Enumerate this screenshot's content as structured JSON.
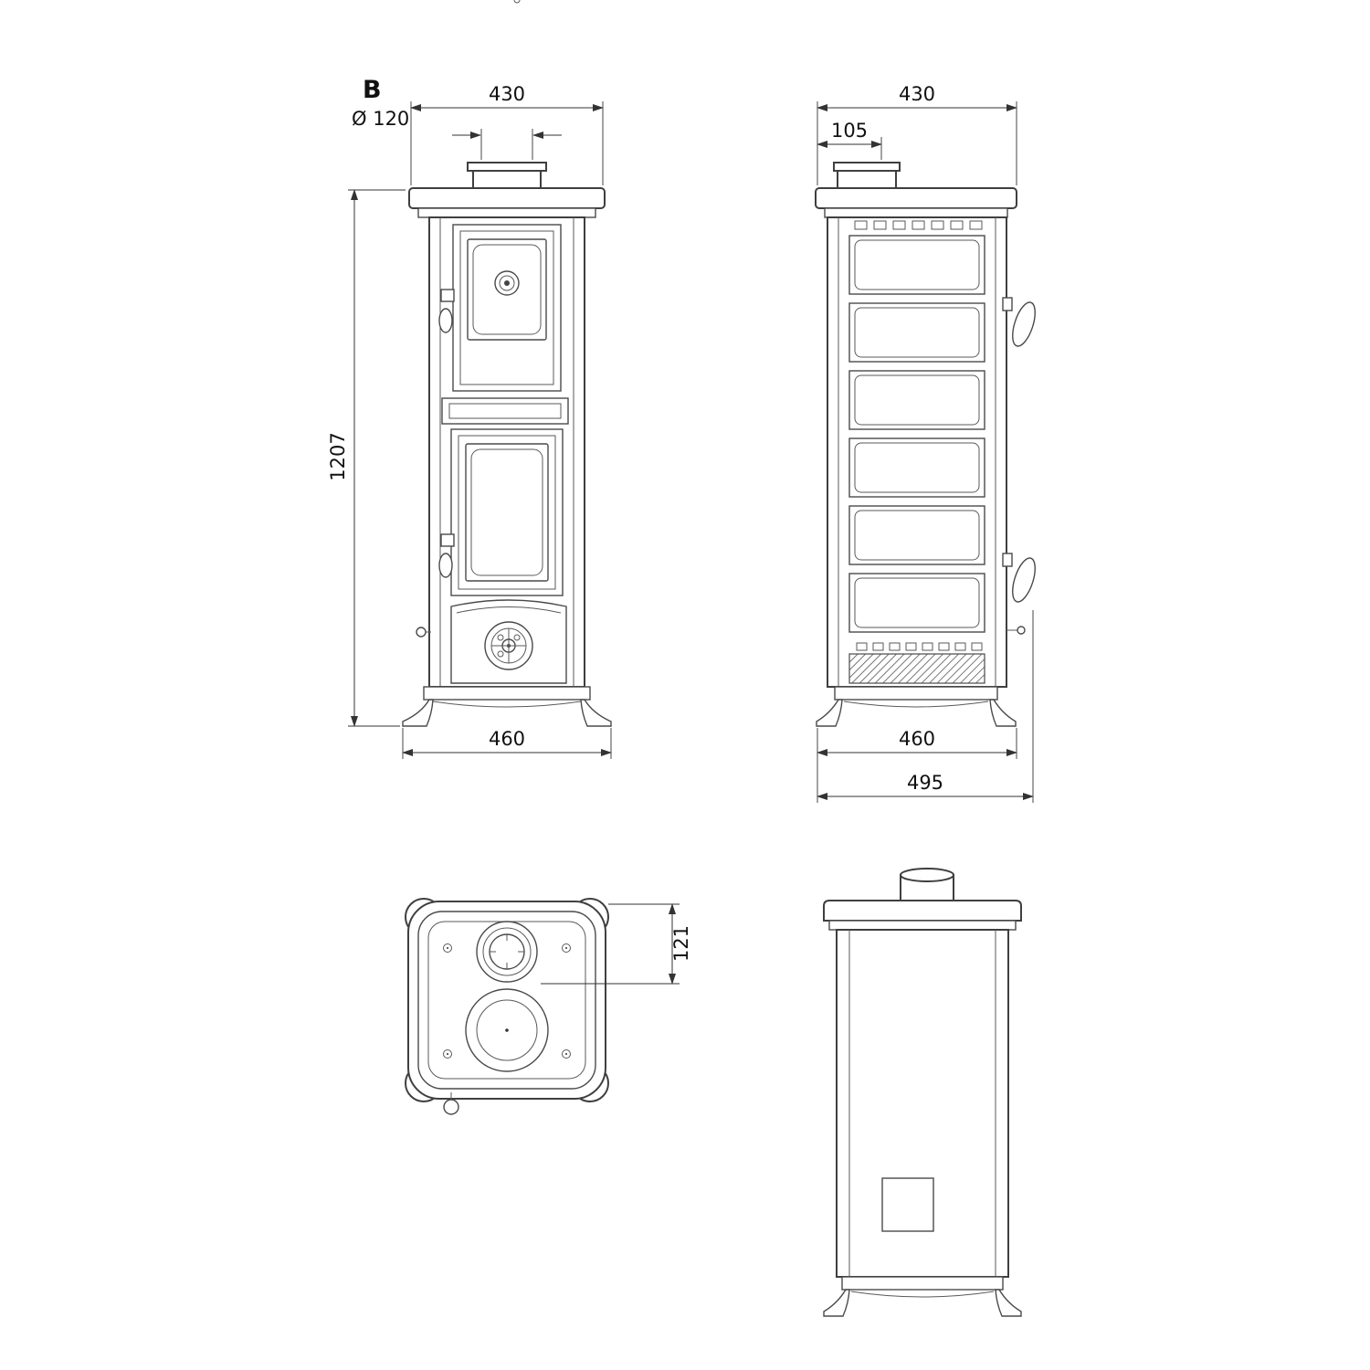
{
  "drawing": {
    "section_label": "B",
    "front_view": {
      "flue_diameter_label": "Ø 120",
      "top_width": "430",
      "height": "1207",
      "base_width": "460"
    },
    "side_view": {
      "top_width": "430",
      "flue_offset": "105",
      "base_width": "460",
      "overall_depth": "495"
    },
    "top_view": {
      "flue_center_offset": "121"
    }
  }
}
